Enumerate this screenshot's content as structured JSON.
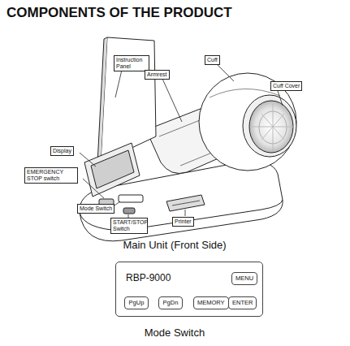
{
  "diagram": {
    "title": "COMPONENTS OF THE PRODUCT",
    "nodes": [
      {
        "text": [
          "Instruction Panel"
        ]
      },
      {
        "text": [
          "Armrest"
        ]
      },
      {
        "text": [
          "Cuff"
        ]
      },
      {
        "text": [
          "Cuff Cover"
        ]
      },
      {
        "text": [
          "Display"
        ]
      },
      {
        "text": [
          "EMERGENCY STOP switch"
        ]
      },
      {
        "text": [
          "Mode Switch"
        ]
      },
      {
        "text": [
          "START/STOP Switch"
        ]
      },
      {
        "text": [
          "Printer"
        ]
      },
      {
        "text": [
          "RBP-9000"
        ]
      },
      {
        "text": [
          "MENU"
        ],
        "in": 9
      },
      {
        "text": [
          "PgUp"
        ],
        "in": 9
      },
      {
        "text": [
          "PgDn"
        ],
        "in": 9
      },
      {
        "text": [
          "MEMORY"
        ],
        "in": 9
      },
      {
        "text": [
          "ENTER"
        ],
        "in": 9
      }
    ],
    "labels": [
      "Main Unit (Front Side)",
      "Mode Switch"
    ]
  }
}
